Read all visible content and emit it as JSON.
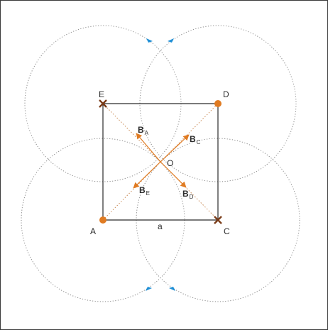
{
  "labels": {
    "A": "A",
    "C": "C",
    "D": "D",
    "E": "E",
    "O": "O",
    "side": "a"
  },
  "field_labels": {
    "B_A": {
      "main": "B",
      "sub": "A"
    },
    "B_C": {
      "main": "B",
      "sub": "C"
    },
    "B_D": {
      "main": "B",
      "sub": "D"
    },
    "B_E": {
      "main": "B",
      "sub": "E"
    }
  },
  "colors": {
    "frame": "#3a3a3a",
    "square": "#2b2b2b",
    "wire_out_dot": "#e07b22",
    "wire_in_cross": "#7a3a16",
    "field_vector": "#e07b22",
    "diagonal": "#c98a55",
    "circle": "#8a8a8a",
    "circle_arrow": "#1f8fd6"
  }
}
